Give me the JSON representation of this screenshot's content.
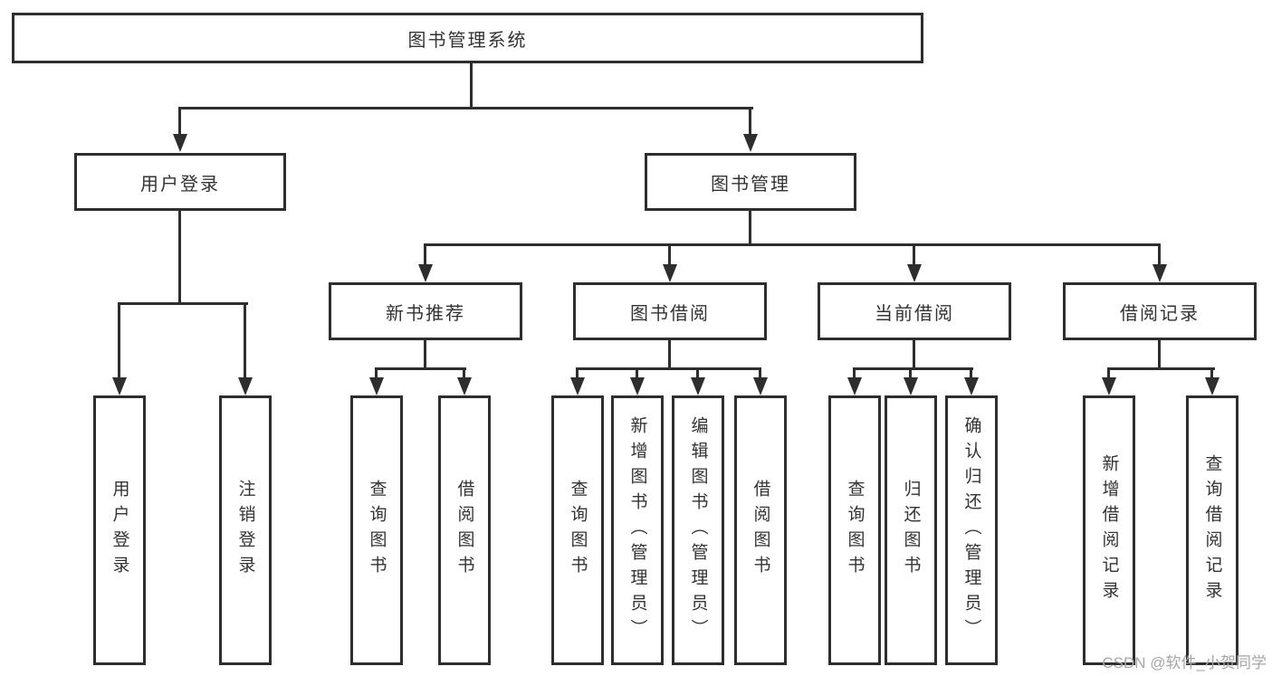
{
  "colors": {
    "line": "#2e2e2e",
    "box-border": "#2e2e2e",
    "box-bg": "#ffffff",
    "text": "#333333",
    "watermark": "#a6a6a6",
    "bg": "#ffffff"
  },
  "tree": {
    "label": "图书管理系统",
    "children": [
      {
        "label": "用户登录",
        "children": [
          {
            "label": "用户登录"
          },
          {
            "label": "注销登录"
          }
        ]
      },
      {
        "label": "图书管理",
        "children": [
          {
            "label": "新书推荐",
            "children": [
              {
                "label": "查询图书"
              },
              {
                "label": "借阅图书"
              }
            ]
          },
          {
            "label": "图书借阅",
            "children": [
              {
                "label": "查询图书"
              },
              {
                "label": "新增图书（管理员）"
              },
              {
                "label": "编辑图书（管理员）"
              },
              {
                "label": "借阅图书"
              }
            ]
          },
          {
            "label": "当前借阅",
            "children": [
              {
                "label": "查询图书"
              },
              {
                "label": "归还图书"
              },
              {
                "label": "确认归还（管理员）"
              }
            ]
          },
          {
            "label": "借阅记录",
            "children": [
              {
                "label": "新增借阅记录"
              },
              {
                "label": "查询借阅记录"
              }
            ]
          }
        ]
      }
    ]
  },
  "watermark": "CSDN @软件_小贺同学"
}
